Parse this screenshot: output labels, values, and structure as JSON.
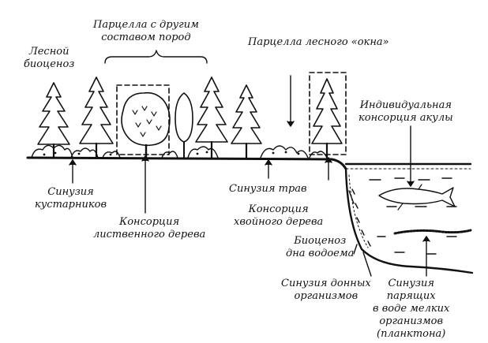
{
  "colors": {
    "ink": "#111111",
    "background": "#ffffff"
  },
  "labels": {
    "forest_biocenosis": "Лесной\nбиоценоз",
    "parcel_other_species": "Парцелла с другим\nсоставом пород",
    "parcel_forest_window": "Парцелла лесного «окна»",
    "shark_consortium": "Индивидуальная\nконсорция акулы",
    "shrub_synusia": "Синузия\nкустарников",
    "deciduous_consortium": "Консорция\nлиственного дерева",
    "grass_synusia": "Синузия трав",
    "conifer_consortium": "Консорция\nхвойного дерева",
    "pond_bottom_biocenosis": "Биоценоз\nдна водоема",
    "benthic_synusia": "Синузия донных\nорганизмов",
    "plankton_synusia": "Синузия\nпарящих\nв воде мелких\nорганизмов\n(планктона)"
  }
}
